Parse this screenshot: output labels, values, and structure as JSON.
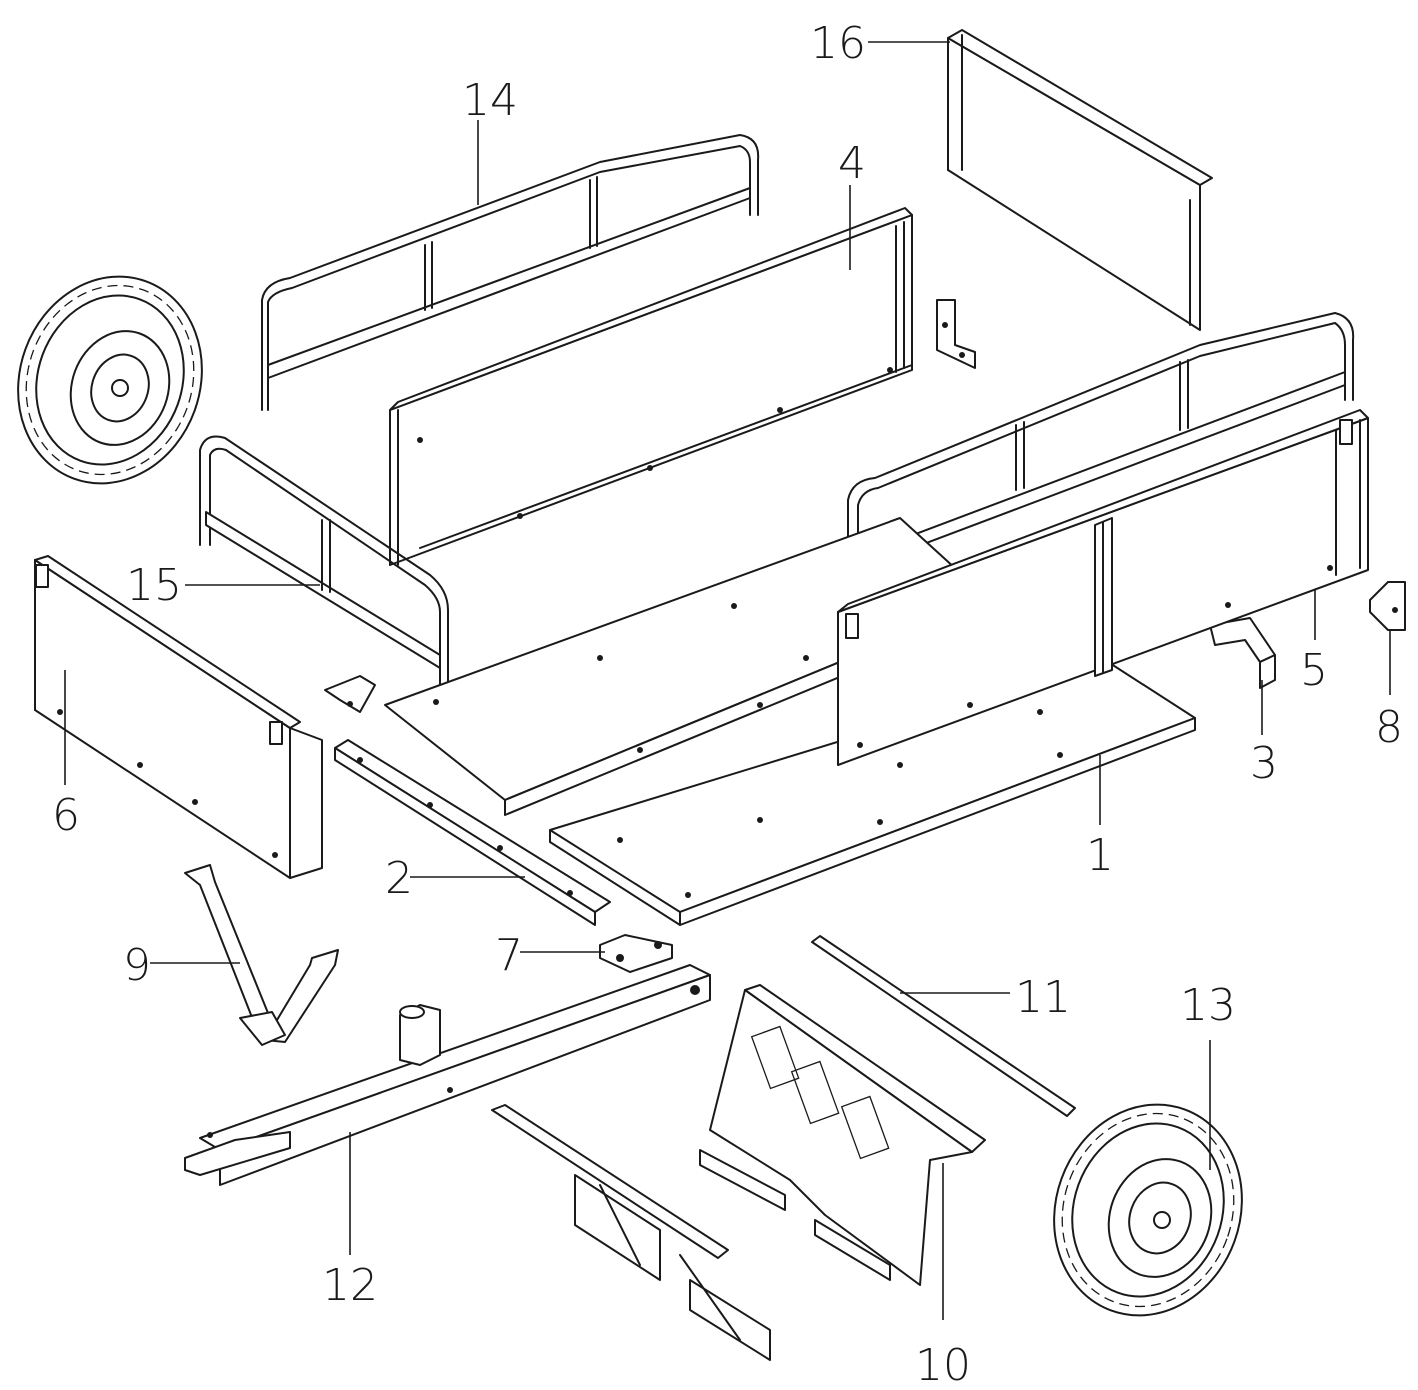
{
  "callouts": [
    {
      "id": "1",
      "text": "1"
    },
    {
      "id": "2",
      "text": "2"
    },
    {
      "id": "3",
      "text": "3"
    },
    {
      "id": "4",
      "text": "4"
    },
    {
      "id": "5",
      "text": "5"
    },
    {
      "id": "6",
      "text": "6"
    },
    {
      "id": "7",
      "text": "7"
    },
    {
      "id": "8",
      "text": "8"
    },
    {
      "id": "9",
      "text": "9"
    },
    {
      "id": "10",
      "text": "10"
    },
    {
      "id": "11",
      "text": "11"
    },
    {
      "id": "12",
      "text": "12"
    },
    {
      "id": "13",
      "text": "13"
    },
    {
      "id": "14",
      "text": "14"
    },
    {
      "id": "15",
      "text": "15"
    },
    {
      "id": "16",
      "text": "16"
    }
  ],
  "colors": {
    "line": "#1a1a1a",
    "background": "#ffffff"
  }
}
